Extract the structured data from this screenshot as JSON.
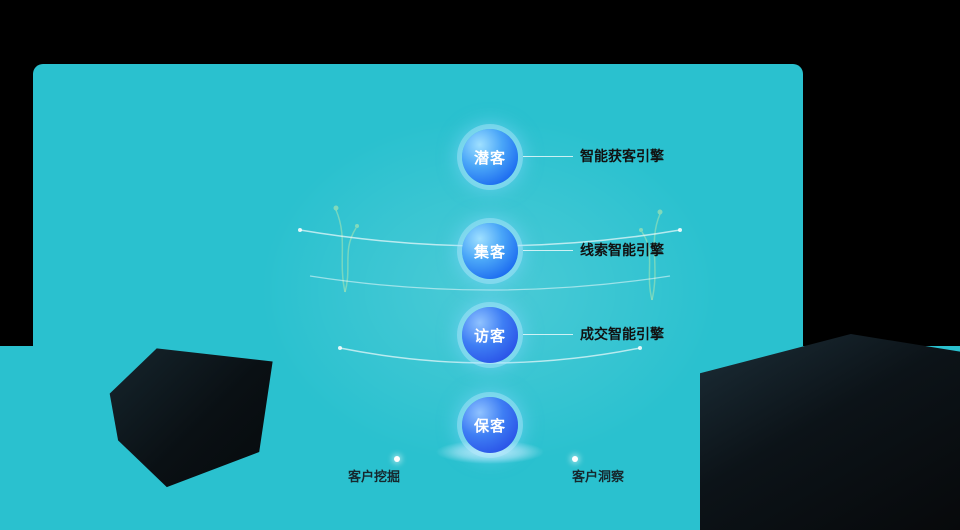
{
  "diagram": {
    "stages": [
      {
        "name": "潜客",
        "engine": "智能获客引擎"
      },
      {
        "name": "集客",
        "engine": "线索智能引擎"
      },
      {
        "name": "访客",
        "engine": "成交智能引擎"
      },
      {
        "name": "保客",
        "engine": ""
      }
    ],
    "legend": [
      {
        "label": "客户挖掘"
      },
      {
        "label": "客户洞察"
      }
    ]
  },
  "colors": {
    "background": "#000000",
    "panel_teal": "#2ac1cf",
    "sphere_blue": "#2f8df0",
    "sphere_deep_blue": "#2b55e8",
    "funnel_line": "#ffffff",
    "engine_text": "#111111",
    "legend_text": "#16282e",
    "rock_dark": "#0c1318",
    "plant_green": "#d2f0a6"
  }
}
